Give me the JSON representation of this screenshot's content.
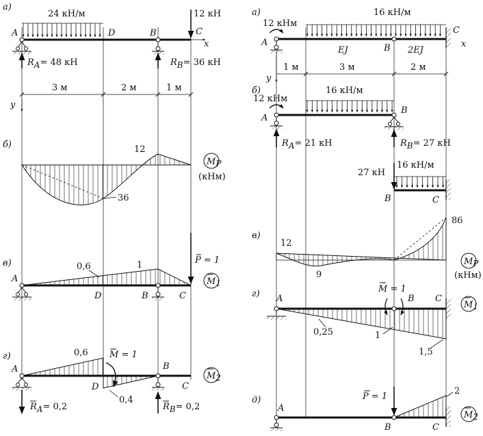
{
  "left": {
    "a": {
      "tag": "а)",
      "load_q": "24 кН/м",
      "force_P": "12 кН",
      "pt_A": "A",
      "pt_D": "D",
      "pt_B": "B",
      "pt_C": "C",
      "axis_x": "x",
      "RA": "R",
      "RA_sub": "A",
      "RA_val": "= 48 кН",
      "RB": "R",
      "RB_sub": "B",
      "RB_val": "= 36 кН",
      "dims": [
        "3 м",
        "2 м",
        "1 м"
      ],
      "axis_y": "y"
    },
    "b": {
      "tag": "б)",
      "val_12": "12",
      "val_36": "36",
      "moment_label": "M",
      "moment_sub": "P",
      "moment_unit": "(кНм)"
    },
    "v": {
      "tag": "в)",
      "val_06": "0,6",
      "val_1": "1",
      "force": "P = 1",
      "pt_A": "A",
      "pt_D": "D",
      "pt_B": "B",
      "pt_C": "C",
      "label": "M",
      "label_sub": "1"
    },
    "g": {
      "tag": "г)",
      "val_06": "0,6",
      "moment": "M = 1",
      "val_04": "0,4",
      "pt_A": "A",
      "pt_D": "D",
      "pt_B": "B",
      "pt_C": "C",
      "RA": "R",
      "RA_sub": "A",
      "RA_val": "= 0,2",
      "RB": "R",
      "RB_sub": "B",
      "RB_val": "= 0,2",
      "label": "M",
      "label_sub": "2"
    }
  },
  "right": {
    "a": {
      "tag": "а)",
      "moment": "12 кНм",
      "load_q": "16 кН/м",
      "pt_A": "A",
      "pt_B": "B",
      "pt_C": "C",
      "EJ1": "EJ",
      "EJ2": "2EJ",
      "axis_x": "x",
      "axis_y": "y",
      "dims": [
        "1 м",
        "3 м",
        "2 м"
      ]
    },
    "b": {
      "tag": "б)",
      "moment": "12 кНм",
      "load_q": "16 кН/м",
      "pt_A": "A",
      "pt_B": "B",
      "RA": "R",
      "RA_sub": "A",
      "RA_val": "= 21 кН",
      "RB": "R",
      "RB_sub": "B",
      "RB_val": "= 27 кН",
      "force": "27 кН",
      "load_q2": "16 кН/м",
      "pt_B2": "B",
      "pt_C2": "C"
    },
    "v": {
      "tag": "в)",
      "val_12": "12",
      "val_9": "9",
      "val_86": "86",
      "moment_label": "M",
      "moment_sub": "P",
      "moment_unit": "(кНм)"
    },
    "g": {
      "tag": "г)",
      "moment": "M = 1",
      "pt_A": "A",
      "pt_B": "B",
      "pt_C": "C",
      "val_025": "0,25",
      "val_1": "1",
      "val_15": "1,5",
      "label": "M",
      "label_sub": "1"
    },
    "d": {
      "tag": "д)",
      "force": "P = 1",
      "pt_A": "A",
      "pt_B": "B",
      "pt_C": "C",
      "val_2": "2",
      "label": "M",
      "label_sub": "2"
    }
  }
}
